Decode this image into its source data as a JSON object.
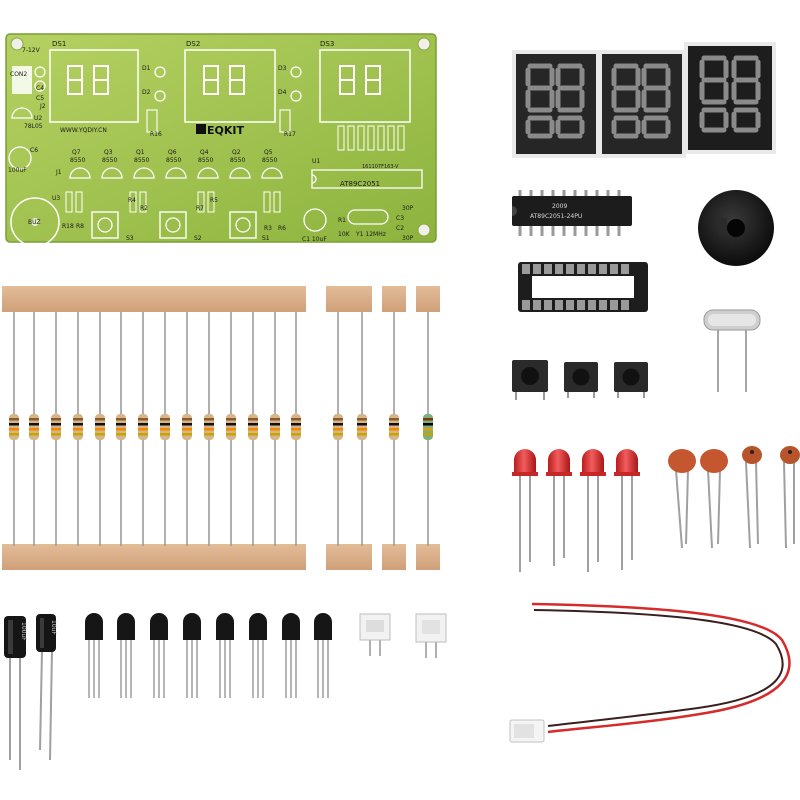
{
  "pcb": {
    "brand": "EQKIT",
    "url": "WWW.YQDIY.CN",
    "mcu_label": "AT89C2051",
    "pcb_code": "161107F163-V",
    "power_label": "7-12V",
    "display_labels": [
      "DS1",
      "DS2",
      "DS3"
    ],
    "connector_labels": [
      "CON2",
      "J1",
      "J2"
    ],
    "transistor_labels": [
      "Q7",
      "Q3",
      "Q1",
      "Q6",
      "Q4",
      "Q2",
      "Q5"
    ],
    "transistor_type": "8550",
    "button_labels": [
      "S3",
      "S2",
      "S1"
    ],
    "buzzer_label": "BUZ",
    "crystal_label": "Y1 12MHz",
    "cap_label": "C1 10uF",
    "cap_30p": "30P",
    "res_10k": "10K",
    "cap_100uf": "100uF",
    "regulator": "78L05",
    "chip_marks": [
      "C3",
      "C2",
      "R1"
    ],
    "misc_labels": [
      "R16",
      "R17",
      "R4",
      "R2",
      "R7",
      "R5",
      "R3",
      "R6",
      "R18",
      "R8",
      "D1",
      "D2",
      "D3",
      "D4",
      "U1",
      "U2",
      "U3",
      "C4",
      "C5",
      "C6"
    ]
  },
  "components": {
    "ic_top_line": "2009",
    "ic_bottom_line": "AT89C2051-24PU",
    "cap_small_1": "100uF",
    "cap_small_2": "10uF"
  },
  "colors": {
    "pcb": "#9fc24a",
    "pcb_dark": "#6f9830",
    "display": "#2a2a2a",
    "led": "#e33a3a",
    "ceramic": "#c65a34",
    "tape": "#d9b08c",
    "wire_red": "#d62b2b"
  }
}
